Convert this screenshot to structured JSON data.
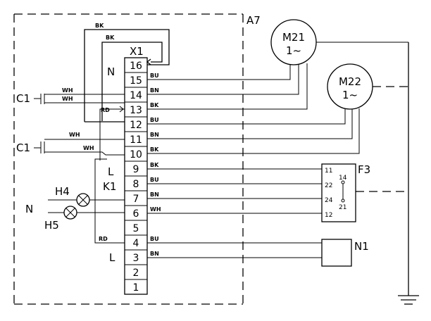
{
  "header_text": "",
  "footer_text": "",
  "module": {
    "label": "A7"
  },
  "terminal_block": {
    "label": "X1",
    "terminals": [
      "16",
      "15",
      "14",
      "13",
      "12",
      "11",
      "10",
      "9",
      "8",
      "7",
      "6",
      "5",
      "4",
      "3",
      "2",
      "1"
    ]
  },
  "motors": [
    {
      "name": "M21",
      "symbol": "1~"
    },
    {
      "name": "M22",
      "symbol": "1~"
    }
  ],
  "capacitors": [
    "C1",
    "C1"
  ],
  "lamps": [
    "H4",
    "H5"
  ],
  "relay": {
    "name": "K1"
  },
  "thermostat": {
    "name": "F3",
    "pins": [
      "11",
      "22",
      "24",
      "12",
      "14",
      "21"
    ]
  },
  "module_n1": {
    "name": "N1"
  },
  "side_labels": {
    "n_inside": "N",
    "n_outside": "N",
    "l_upper": "L",
    "l_lower": "L"
  },
  "wire_colors": {
    "bk": "BK",
    "bn": "BN",
    "bu": "BU",
    "wh": "WH",
    "rd": "RD"
  }
}
